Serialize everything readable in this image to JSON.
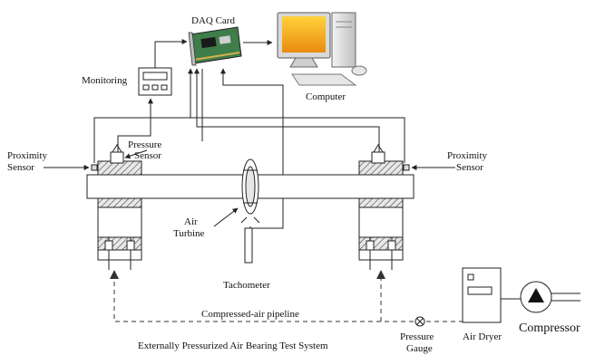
{
  "labels": {
    "daq_card": "DAQ Card",
    "monitoring": "Monitoring",
    "computer": "Computer",
    "pressure_sensor_line1": "Pressure",
    "pressure_sensor_line2": "Sensor",
    "proximity_left_line1": "Proximity",
    "proximity_left_line2": "Sensor",
    "proximity_right_line1": "Proximity",
    "proximity_right_line2": "Sensor",
    "air_turbine_line1": "Air",
    "air_turbine_line2": "Turbine",
    "tachometer": "Tachometer",
    "pipeline": "Compressed-air pipeline",
    "pressure_gauge_line1": "Pressure",
    "pressure_gauge_line2": "Gauge",
    "air_dryer": "Air Dryer",
    "compressor": "Compressor",
    "caption": "Externally Pressurized Air Bearing Test System"
  },
  "colors": {
    "monitor_screen": "#f2a81e",
    "pcb": "#3f7d4a",
    "hatch": "#555555"
  }
}
